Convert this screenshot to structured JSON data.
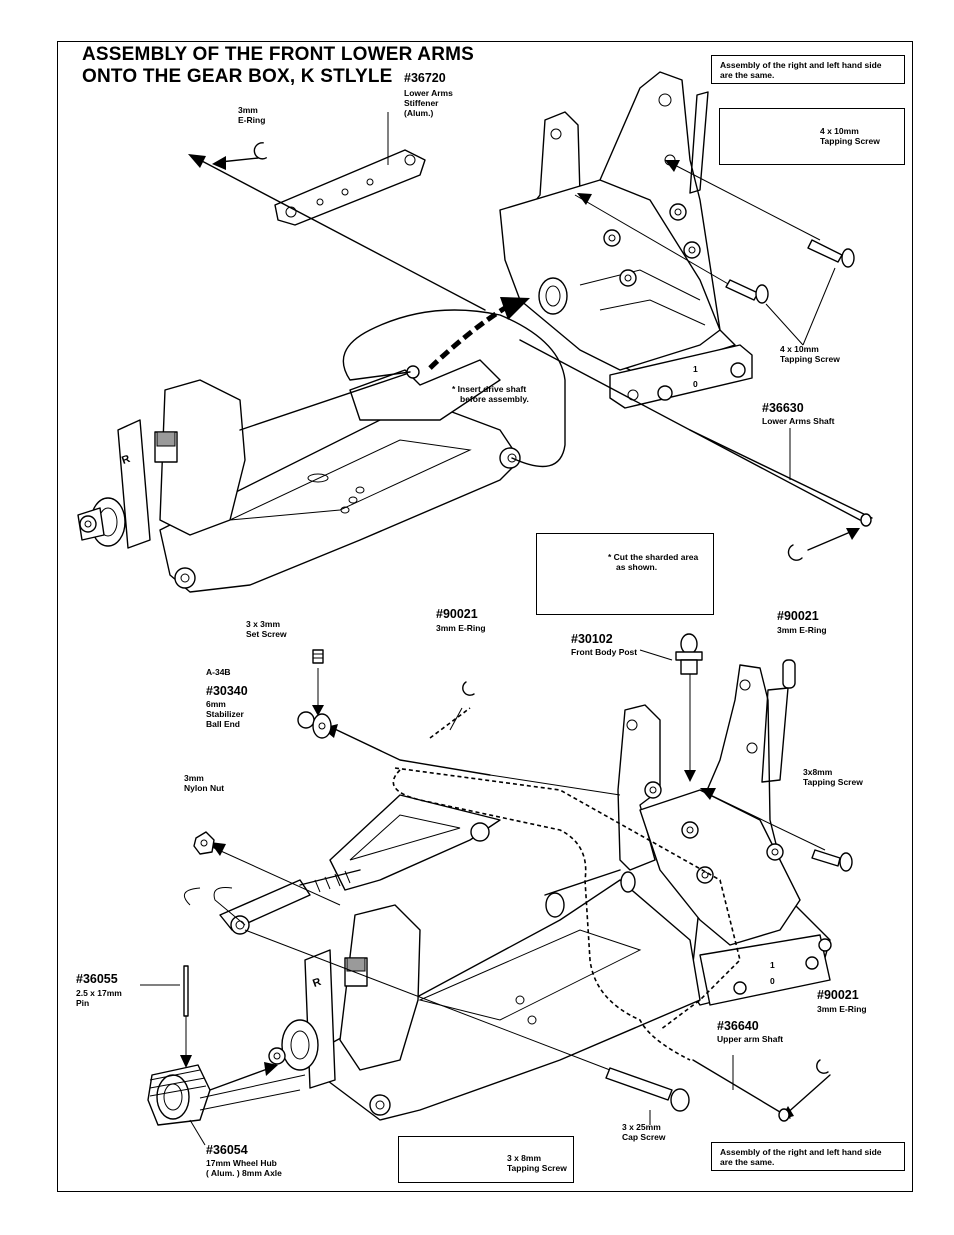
{
  "title": {
    "line1": "ASSEMBLY OF THE FRONT LOWER ARMS",
    "line2": "ONTO THE GEAR BOX, K STLYLE"
  },
  "notes": {
    "same_top": "Assembly of the right and left hand side are the same.",
    "same_bottom": "Assembly of the right and left hand side are the same.",
    "drive_shaft_l1": "* Insert drive shaft",
    "drive_shaft_l2": "before  assembly.",
    "cut_l1": "* Cut the sharded area",
    "cut_l2": "as shown."
  },
  "parts": {
    "e_ring_top": {
      "size": "3mm",
      "name": "E-Ring"
    },
    "p36720": {
      "num": "#36720",
      "l1": "Lower Arms",
      "l2": "Stiffener",
      "l3": "(Alum.)"
    },
    "screw_box_top": {
      "size": "4 x 10mm",
      "name": "Tapping Screw"
    },
    "screw_mid": {
      "size": "4 x 10mm",
      "name": "Tapping Screw"
    },
    "p36630": {
      "num": "#36630",
      "name": "Lower Arms Shaft"
    },
    "p90021_right": {
      "num": "#90021",
      "name": "3mm E-Ring"
    },
    "set_screw": {
      "size": "3 x 3mm",
      "name": "Set Screw"
    },
    "a34b": "A-34B",
    "p30340": {
      "num": "#30340",
      "l1": "6mm",
      "l2": "Stabilizer",
      "l3": "Ball End"
    },
    "p90021_mid": {
      "num": "#90021",
      "name": "3mm E-Ring"
    },
    "p30102": {
      "num": "#30102",
      "name": "Front Body Post"
    },
    "screw_3x8_right": {
      "size": "3x8mm",
      "name": "Tapping Screw"
    },
    "nylon_nut": {
      "size": "3mm",
      "name": "Nylon Nut"
    },
    "p36055": {
      "num": "#36055",
      "size": "2.5 x 17mm",
      "name": "Pin"
    },
    "p90021_bottom": {
      "num": "#90021",
      "name": "3mm E-Ring"
    },
    "p36640": {
      "num": "#36640",
      "name": "Upper arm Shaft"
    },
    "p36054": {
      "num": "#36054",
      "l1": "17mm Wheel Hub",
      "l2": "( Alum. ) 8mm Axle"
    },
    "cap_screw": {
      "size": "3 x 25mm",
      "name": "Cap Screw"
    },
    "screw_box_bottom": {
      "size": "3 x 8mm",
      "name": "Tapping Screw"
    }
  },
  "markings": {
    "r1": "R",
    "r2": "R",
    "one_a": "1",
    "zero_a": "0",
    "one_b": "1",
    "zero_b": "0"
  }
}
